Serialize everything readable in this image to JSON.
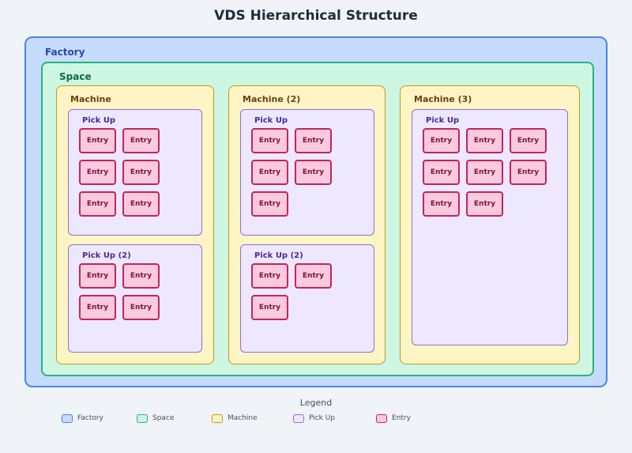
{
  "title": "VDS Hierarchical Structure",
  "factory": {
    "label": "Factory",
    "space": {
      "label": "Space",
      "machines": [
        {
          "label": "Machine",
          "pickups": [
            {
              "label": "Pick Up",
              "entries": [
                "Entry",
                "Entry",
                "Entry",
                "Entry",
                "Entry",
                "Entry"
              ]
            },
            {
              "label": "Pick Up (2)",
              "entries": [
                "Entry",
                "Entry",
                "Entry",
                "Entry"
              ]
            }
          ]
        },
        {
          "label": "Machine (2)",
          "pickups": [
            {
              "label": "Pick Up",
              "entries": [
                "Entry",
                "Entry",
                "Entry",
                "Entry",
                "Entry"
              ]
            },
            {
              "label": "Pick Up (2)",
              "entries": [
                "Entry",
                "Entry",
                "Entry"
              ]
            }
          ]
        },
        {
          "label": "Machine (3)",
          "pickups": [
            {
              "label": "Pick Up",
              "entries": [
                "Entry",
                "Entry",
                "Entry",
                "Entry",
                "Entry",
                "Entry",
                "Entry",
                "Entry"
              ]
            }
          ]
        }
      ]
    }
  },
  "legend": {
    "title": "Legend",
    "items": [
      {
        "label": "Factory",
        "fill": "#c6dcff",
        "stroke": "#4a84e8"
      },
      {
        "label": "Space",
        "fill": "#cdf6e3",
        "stroke": "#24b57e"
      },
      {
        "label": "Machine",
        "fill": "#fdf5c3",
        "stroke": "#c39a10"
      },
      {
        "label": "Pick Up",
        "fill": "#ede8fd",
        "stroke": "#8d70d6"
      },
      {
        "label": "Entry",
        "fill": "#fbcadf",
        "stroke": "#c3245c"
      }
    ]
  }
}
